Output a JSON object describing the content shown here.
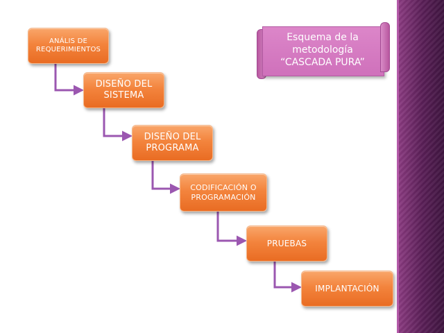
{
  "diagram": {
    "steps": [
      {
        "lines": [
          "ANÁLIS DE",
          "REQUERIMIENTOS"
        ]
      },
      {
        "lines": [
          "DISEÑO DEL",
          "SISTEMA"
        ]
      },
      {
        "lines": [
          "DISEÑO DEL",
          "PROGRAMA"
        ]
      },
      {
        "lines": [
          "CODIFICACIÓN O",
          "PROGRAMACIÓN"
        ]
      },
      {
        "lines": [
          "PRUEBAS"
        ]
      },
      {
        "lines": [
          "IMPLANTACIÓN"
        ]
      }
    ],
    "banner": {
      "lines": [
        "Esquema de la",
        "metodología",
        "“CASCADA PURA”"
      ]
    }
  },
  "colors": {
    "step_fill": "#f3843d",
    "connector": "#9b57b0",
    "banner_fill": "#d47ac0",
    "side_band": "#5a1f57"
  }
}
